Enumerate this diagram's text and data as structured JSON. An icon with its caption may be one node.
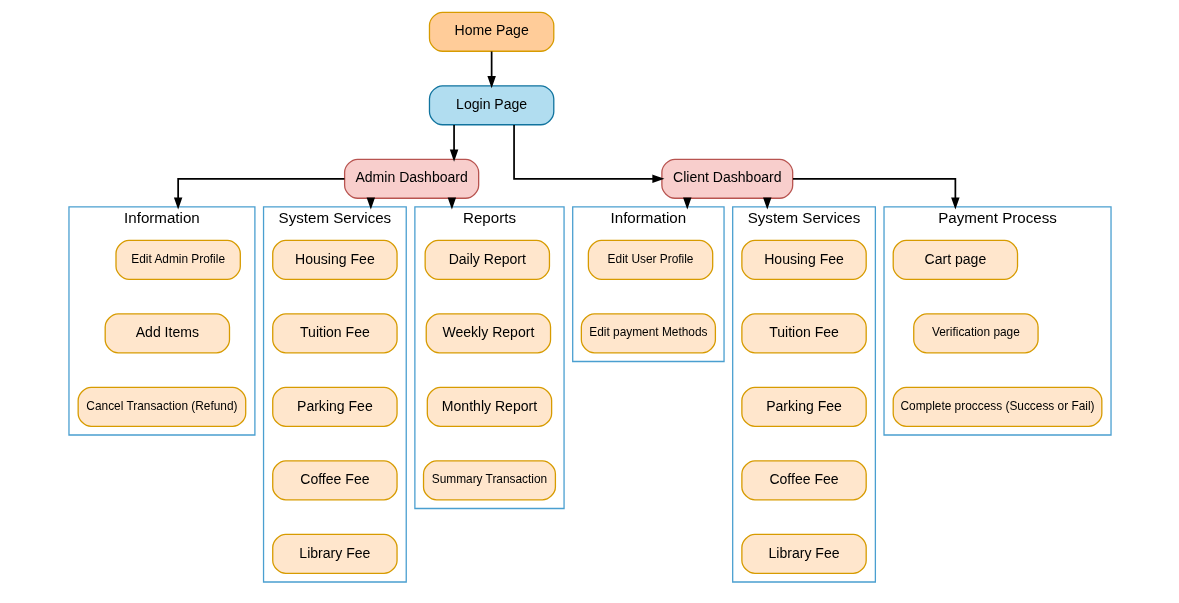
{
  "diagram": {
    "nodes": [
      {
        "text": [
          "Home Page"
        ]
      },
      {
        "text": [
          "Login Page"
        ]
      },
      {
        "text": [
          "Admin Dashboard"
        ]
      },
      {
        "text": [
          "Client Dashboard"
        ]
      },
      {
        "text": [
          "Information"
        ]
      },
      {
        "text": [
          "Edit Admin Profile"
        ],
        "in": 4
      },
      {
        "text": [
          "Add Items"
        ],
        "in": 4
      },
      {
        "text": [
          "Cancel Transaction (Refund)"
        ],
        "in": 4
      },
      {
        "text": [
          "System Services"
        ]
      },
      {
        "text": [
          "Housing Fee"
        ],
        "in": 8
      },
      {
        "text": [
          "Tuition Fee"
        ],
        "in": 8
      },
      {
        "text": [
          "Parking Fee"
        ],
        "in": 8
      },
      {
        "text": [
          "Coffee Fee"
        ],
        "in": 8
      },
      {
        "text": [
          "Library Fee"
        ],
        "in": 8
      },
      {
        "text": [
          "Reports"
        ]
      },
      {
        "text": [
          "Daily Report"
        ],
        "in": 14
      },
      {
        "text": [
          "Weekly Report"
        ],
        "in": 14
      },
      {
        "text": [
          "Monthly Report"
        ],
        "in": 14
      },
      {
        "text": [
          "Summary Transaction"
        ],
        "in": 14
      },
      {
        "text": [
          "Information"
        ]
      },
      {
        "text": [
          "Edit User Profile"
        ],
        "in": 19
      },
      {
        "text": [
          "Edit payment Methods"
        ],
        "in": 19
      },
      {
        "text": [
          "System Services"
        ]
      },
      {
        "text": [
          "Housing Fee"
        ],
        "in": 22
      },
      {
        "text": [
          "Tuition Fee"
        ],
        "in": 22
      },
      {
        "text": [
          "Parking Fee"
        ],
        "in": 22
      },
      {
        "text": [
          "Coffee Fee"
        ],
        "in": 22
      },
      {
        "text": [
          "Library Fee"
        ],
        "in": 22
      },
      {
        "text": [
          "Payment Process"
        ]
      },
      {
        "text": [
          "Cart page"
        ],
        "in": 28
      },
      {
        "text": [
          "Verification page"
        ],
        "in": 28
      },
      {
        "text": [
          "Complete proccess (Success or Fail)"
        ],
        "in": 28
      }
    ],
    "edges": [
      {
        "from": 0,
        "to": 1,
        "arrow": "to"
      },
      {
        "from": 1,
        "to": 2,
        "arrow": "to"
      },
      {
        "from": 1,
        "to": 3,
        "arrow": "to"
      },
      {
        "from": 2,
        "to": 4,
        "arrow": "to"
      },
      {
        "from": 2,
        "to": 8,
        "arrow": "to"
      },
      {
        "from": 2,
        "to": 14,
        "arrow": "to"
      },
      {
        "from": 3,
        "to": 19,
        "arrow": "to"
      },
      {
        "from": 3,
        "to": 22,
        "arrow": "to"
      },
      {
        "from": 3,
        "to": 28,
        "arrow": "to"
      }
    ]
  }
}
